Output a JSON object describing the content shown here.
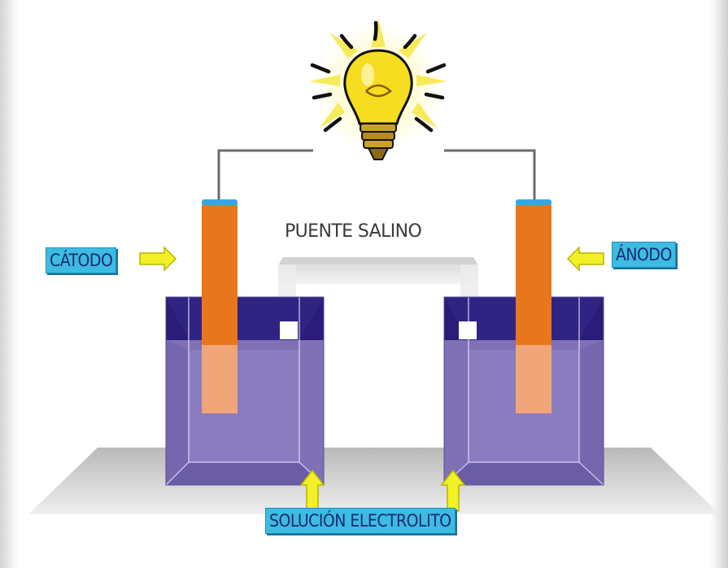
{
  "diagram": {
    "labels": {
      "cathode": "CÁTODO",
      "anode": "ÁNODO",
      "salt_bridge": "PUENTE SALINO",
      "electrolyte": "SOLUCIÓN ELECTROLITO"
    }
  },
  "colors": {
    "label_bg": "#3dbbe3",
    "label_text": "#1a2b6e",
    "electrode": "#e8761c",
    "electrode_submerged": "#f0a678",
    "solution": "#8272b8",
    "solution_top": "#2c1e78",
    "arrow": "#f2f026",
    "bulb": "#f5dd1f",
    "wire": "#6b6b6b"
  }
}
